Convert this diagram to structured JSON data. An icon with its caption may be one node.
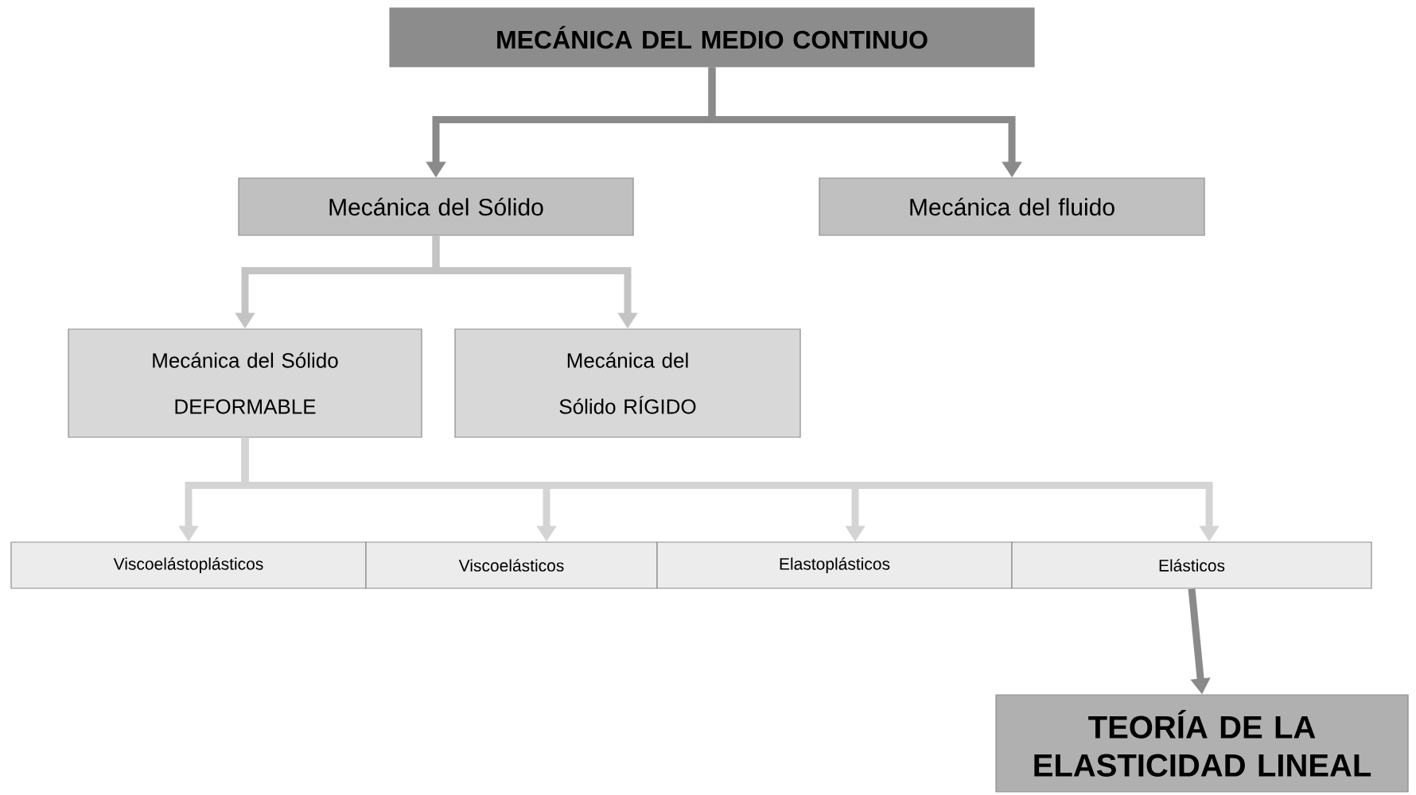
{
  "diagram": {
    "nodes": [
      {
        "text": [
          "MECÁNICA DEL MEDIO CONTINUO"
        ]
      },
      {
        "text": [
          "Mecánica del Sólido"
        ]
      },
      {
        "text": [
          "Mecánica del fluido"
        ]
      },
      {
        "text": [
          "Mecánica del Sólido DEFORMABLE"
        ]
      },
      {
        "text": [
          "Mecánica del Sólido RÍGIDO"
        ]
      },
      {
        "text": [
          "Viscoelástoplásticos"
        ]
      },
      {
        "text": [
          "Viscoelásticos"
        ]
      },
      {
        "text": [
          "Elastoplásticos"
        ]
      },
      {
        "text": [
          "Elásticos"
        ]
      },
      {
        "text": [
          "TEORÍA DE LA ELASTICIDAD LINEAL"
        ]
      }
    ],
    "edges": [
      {
        "from": 0,
        "to": 1,
        "arrow": "to",
        "color": "#8a8a8a"
      },
      {
        "from": 0,
        "to": 2,
        "arrow": "to",
        "color": "#8a8a8a"
      },
      {
        "from": 1,
        "to": 3,
        "arrow": "to",
        "color": "#c4c4c4"
      },
      {
        "from": 1,
        "to": 4,
        "arrow": "to",
        "color": "#c4c4c4"
      },
      {
        "from": 3,
        "to": 5,
        "arrow": "to"
      },
      {
        "from": 3,
        "to": 6,
        "arrow": "to"
      },
      {
        "from": 3,
        "to": 7,
        "arrow": "to"
      },
      {
        "from": 3,
        "to": 8,
        "arrow": "to"
      },
      {
        "from": 8,
        "to": 9,
        "arrow": "to",
        "color": "#8a8a8a"
      }
    ]
  }
}
